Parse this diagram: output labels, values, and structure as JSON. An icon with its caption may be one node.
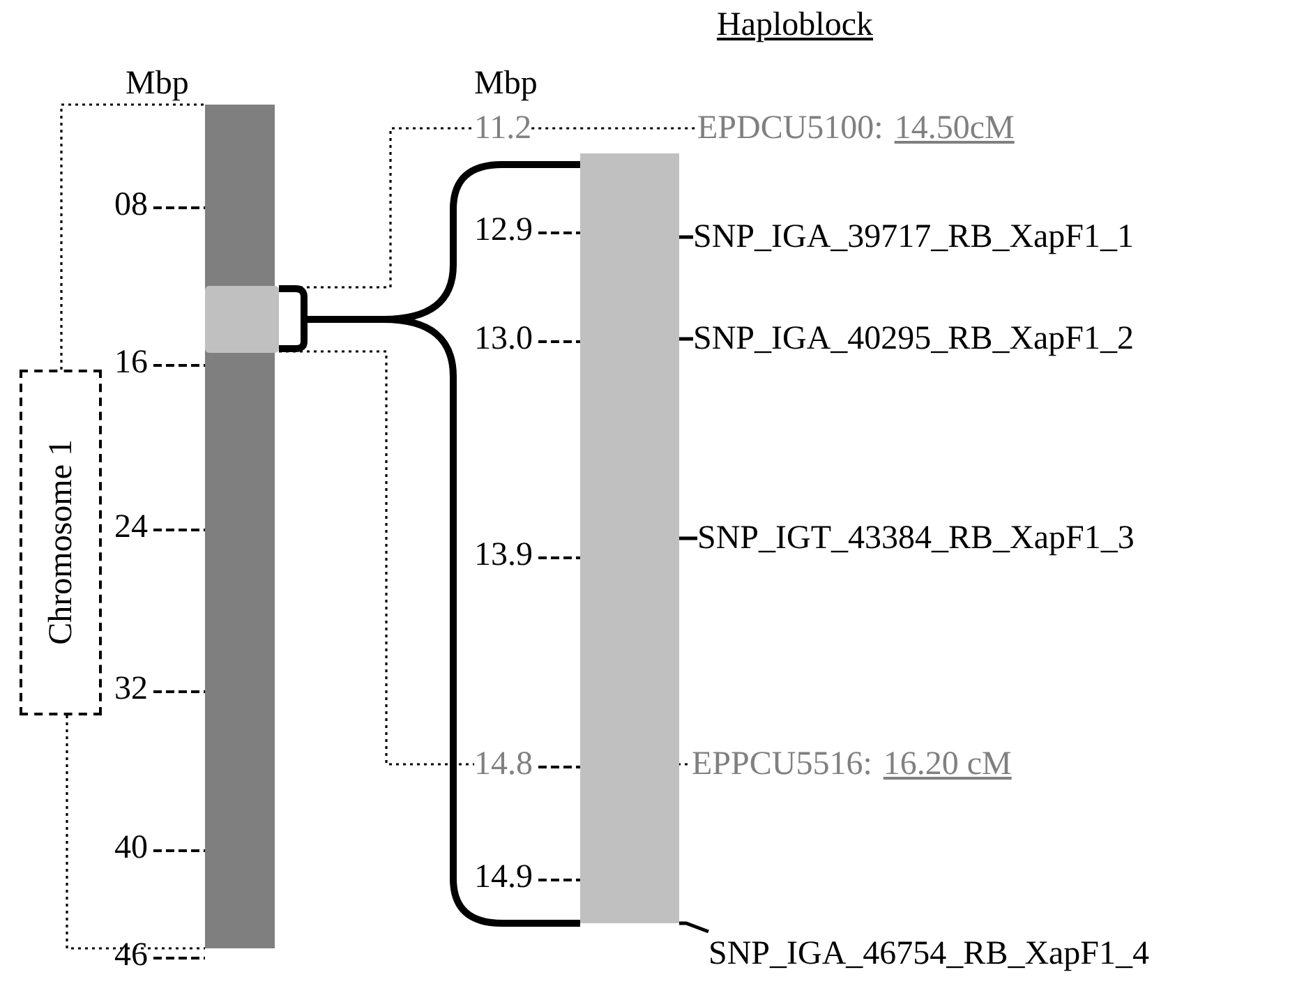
{
  "diagram": {
    "title": "Haploblock",
    "nodes": [
      {
        "text": [
          "Chromosome 1"
        ]
      },
      {
        "text": [],
        "shape": "bar"
      },
      {
        "text": [],
        "shape": "box",
        "in": 1
      },
      {
        "text": [],
        "shape": "bar"
      },
      {
        "text": [
          "EPDCU5100:",
          "14.50cM"
        ]
      },
      {
        "text": [
          "SNP_IGA_39717_RB_XapF1_1"
        ]
      },
      {
        "text": [
          "SNP_IGA_40295_RB_XapF1_2"
        ]
      },
      {
        "text": [
          "SNP_IGT_43384_RB_XapF1_3"
        ]
      },
      {
        "text": [
          "EPPCU5516:",
          "16.20 cM"
        ]
      },
      {
        "text": [
          "SNP_IGA_46754_RB_XapF1_4"
        ]
      },
      {
        "text": [
          "11.2"
        ]
      },
      {
        "text": [
          "14.8"
        ]
      }
    ],
    "edges": [
      {
        "from": 0,
        "to": 1,
        "arrow": "none",
        "style": "dashed"
      },
      {
        "from": 0,
        "to": 1,
        "arrow": "none",
        "style": "dashed"
      },
      {
        "from": 2,
        "to": 3,
        "arrow": "none",
        "style": "thick"
      },
      {
        "from": 2,
        "to": 10,
        "arrow": "none",
        "style": "dashed"
      },
      {
        "from": 2,
        "to": 11,
        "arrow": "none",
        "style": "dashed"
      },
      {
        "from": 3,
        "to": 5,
        "arrow": "none"
      },
      {
        "from": 3,
        "to": 6,
        "arrow": "none"
      },
      {
        "from": 3,
        "to": 7,
        "arrow": "none"
      },
      {
        "from": 3,
        "to": 9,
        "arrow": "none"
      },
      {
        "from": 10,
        "to": 4,
        "arrow": "none",
        "style": "dashed"
      },
      {
        "from": 3,
        "to": 8,
        "arrow": "none",
        "style": "dashed"
      }
    ],
    "labels": [
      "Mbp",
      "Mbp",
      "08",
      "16",
      "24",
      "32",
      "40",
      "46",
      "12.9",
      "13.0",
      "13.9",
      "14.9"
    ]
  }
}
